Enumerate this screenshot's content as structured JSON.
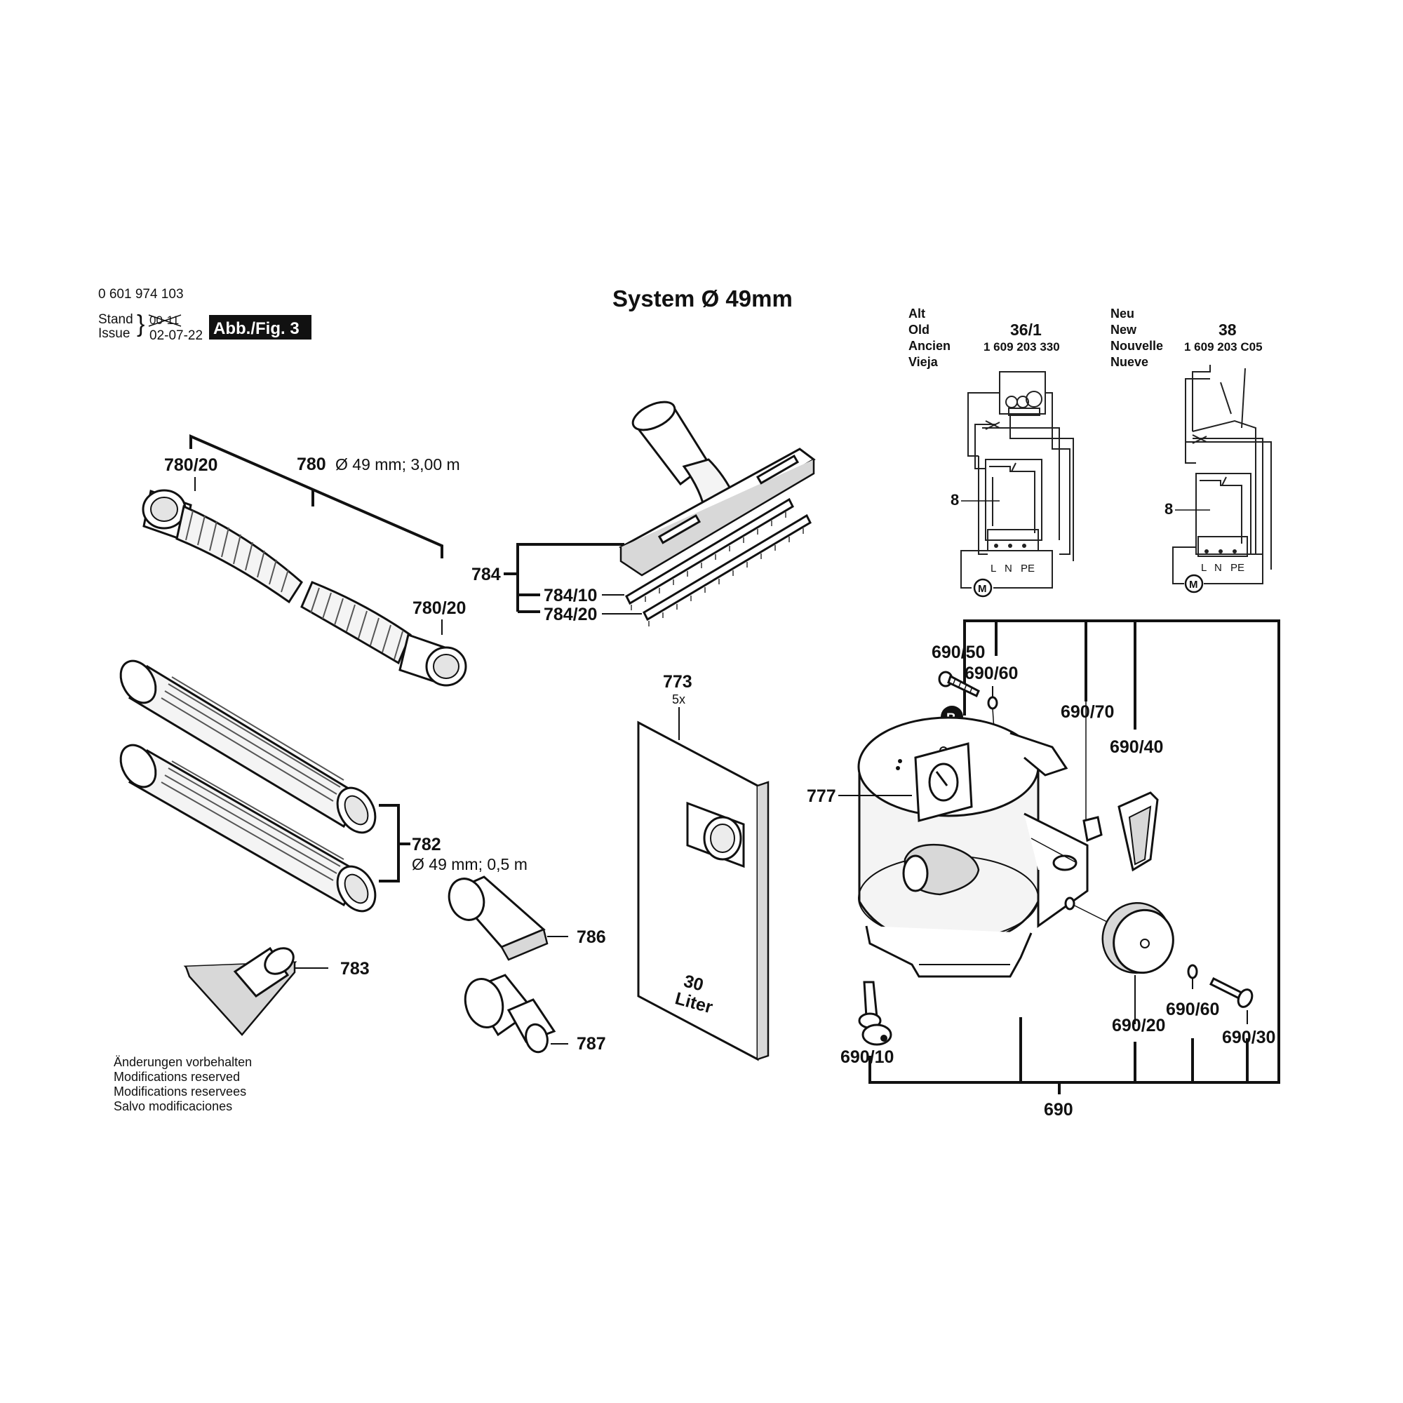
{
  "header": {
    "part_number": "0 601 974 103",
    "stand_label": "Stand",
    "issue_label": "Issue",
    "old_date": "00-11",
    "date": "02-07-22",
    "figure_badge": "Abb./Fig. 3",
    "title": "System Ø 49mm"
  },
  "circuit_old": {
    "words": [
      "Alt",
      "Old",
      "Ancien",
      "Vieja"
    ],
    "code": "36/1",
    "part_no": "1 609 203 330",
    "callout": "8",
    "terminals": [
      "L",
      "N",
      "PE"
    ],
    "motor": "M"
  },
  "circuit_new": {
    "words": [
      "Neu",
      "New",
      "Nouvelle",
      "Nueve"
    ],
    "code": "38",
    "part_no": "1 609 203 C05",
    "callout": "8",
    "terminals": [
      "L",
      "N",
      "PE"
    ],
    "motor": "M"
  },
  "parts": {
    "p780": "780",
    "p780_spec": "Ø 49 mm; 3,00 m",
    "p780_20": "780/20",
    "p784": "784",
    "p784_10": "784/10",
    "p784_20": "784/20",
    "p782": "782",
    "p782_spec": "Ø 49 mm; 0,5 m",
    "p783": "783",
    "p786": "786",
    "p787": "787",
    "p773": "773",
    "p773_qty": "5x",
    "bag_size": "30",
    "bag_unit": "Liter",
    "p777": "777",
    "badge_b": "B",
    "p690": "690",
    "p690_10": "690/10",
    "p690_20": "690/20",
    "p690_30": "690/30",
    "p690_40": "690/40",
    "p690_50": "690/50",
    "p690_60": "690/60",
    "p690_70": "690/70"
  },
  "notes": [
    "Änderungen vorbehalten",
    "Modifications reserved",
    "Modifications reservees",
    "Salvo modificaciones"
  ]
}
